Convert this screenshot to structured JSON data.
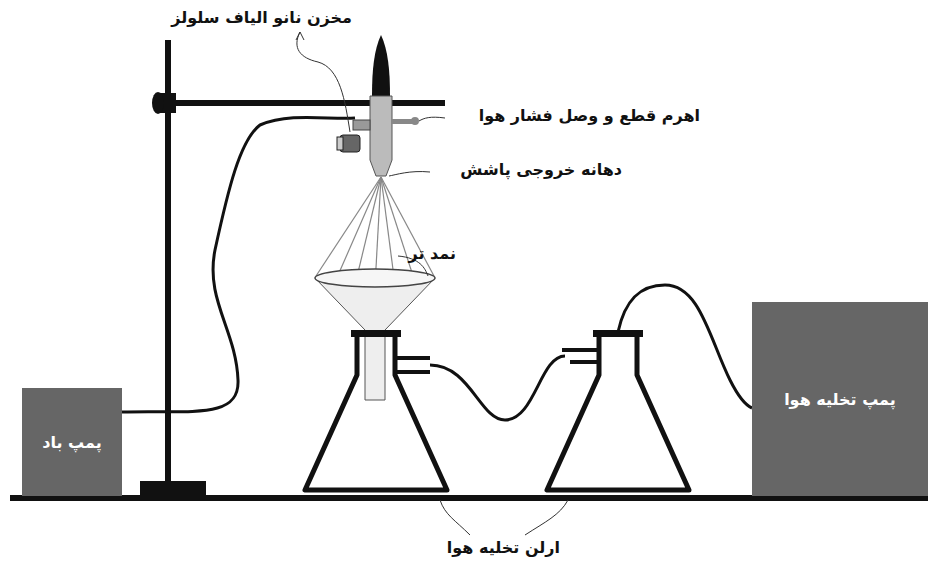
{
  "diagram": {
    "nodes": [
      {
        "text": [
          "پمپ باد"
        ]
      },
      {
        "text": [
          "پمپ تخلیه هوا"
        ]
      }
    ],
    "labels": [
      "مخزن نانو الیاف سلولز",
      "اهرم قطع و وصل فشار هوا",
      "دهانه خروجی پاشش",
      "نمد تر",
      "ارلن تخلیه هوا"
    ]
  }
}
